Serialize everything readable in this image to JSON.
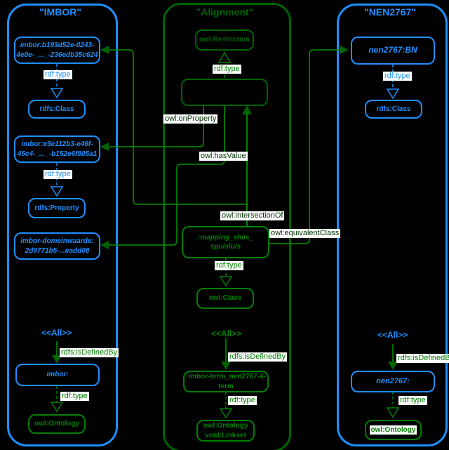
{
  "colors": {
    "blue": "#1e90ff",
    "green": "#008000",
    "dark_green": "#006400",
    "label_dark": "#003300",
    "background": "#000000",
    "label_background": "#ffffff"
  },
  "panels": {
    "imbor": {
      "title": "\"IMBOR\""
    },
    "alignment": {
      "title": "\"Alignment\""
    },
    "nen2767": {
      "title": "\"NEN2767\""
    }
  },
  "nodes": {
    "imbor_class": {
      "lines": [
        "imbor:b193d52e-0243-",
        "4e0e-_..._-236edb35c624"
      ]
    },
    "rdfs_class_left": {
      "label": "rdfs:Class"
    },
    "imbor_property": {
      "lines": [
        "imbor:e3e112b3-e46f-",
        "45c4-_..._-b152e6f805a1"
      ]
    },
    "rdfs_property": {
      "label": "rdfs:Property"
    },
    "imbor_domeinwaarde": {
      "lines": [
        "imbor-domeinwaarde:",
        "2d9771b5-...eadd08"
      ]
    },
    "imbor_ontology": {
      "label": "imbor:"
    },
    "owl_ontology_left": {
      "label": "owl:Ontology"
    },
    "owl_restriction": {
      "label": "owl:Restriction"
    },
    "anonymous_restriction": {
      "label": ""
    },
    "mapping": {
      "lines": [
        ":mapping_sluis_",
        "spuisluis"
      ]
    },
    "owl_class": {
      "label": "owl:Class"
    },
    "linkset_term": {
      "lines": [
        ":imbor-term_nen2767-4-",
        "term"
      ]
    },
    "owl_ontology_linkset": {
      "lines": [
        "owl:Ontology",
        "void:Linkset"
      ]
    },
    "nen_class": {
      "label": "nen2767:BN"
    },
    "rdfs_class_right": {
      "label": "rdfs:Class"
    },
    "nen_ontology": {
      "label": "nen2767:"
    },
    "owl_ontology_right": {
      "label": "owl:Ontology"
    }
  },
  "edge_labels": {
    "rdf_type": "rdf:type",
    "rdfs_is_defined_by": "rdfs:isDefinedBy",
    "owl_on_property": "owl:onProperty",
    "owl_has_value": "owl:hasValue",
    "owl_intersection_of": "owl:intersectionOf",
    "owl_equivalent_class": "owl:equivalentClass",
    "all_stereotype": "<<All>>"
  }
}
